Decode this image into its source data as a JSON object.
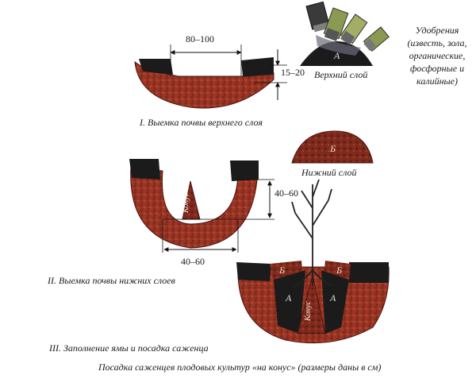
{
  "captions": {
    "step1": "I. Выемка почвы верхнего слоя",
    "step2": "II. Выемка почвы нижних слоев",
    "step3": "III. Заполнение ямы и посадка саженца",
    "main": "Посадка саженцев плодовых культур «на конус» (размеры даны в см)"
  },
  "dimensions": {
    "top_width": "80–100",
    "top_depth": "15–20",
    "pit_depth": "40–60",
    "pit_width": "40–60"
  },
  "layers": {
    "upper": "Верхний слой",
    "lower": "Нижний слой"
  },
  "letters": {
    "a": "А",
    "b": "Б",
    "cone": "Конус"
  },
  "fertilizers": {
    "line1": "Удобрения",
    "line2": "(известь, зола,",
    "line3": "органические,",
    "line4": "фосфорные и",
    "line5": "калийные)"
  },
  "colors": {
    "soil_red": "#9a3424",
    "soil_dark_red": "#6e2218",
    "topsoil_black": "#1b1b1b",
    "bucket_green": "#8a9a52"
  }
}
